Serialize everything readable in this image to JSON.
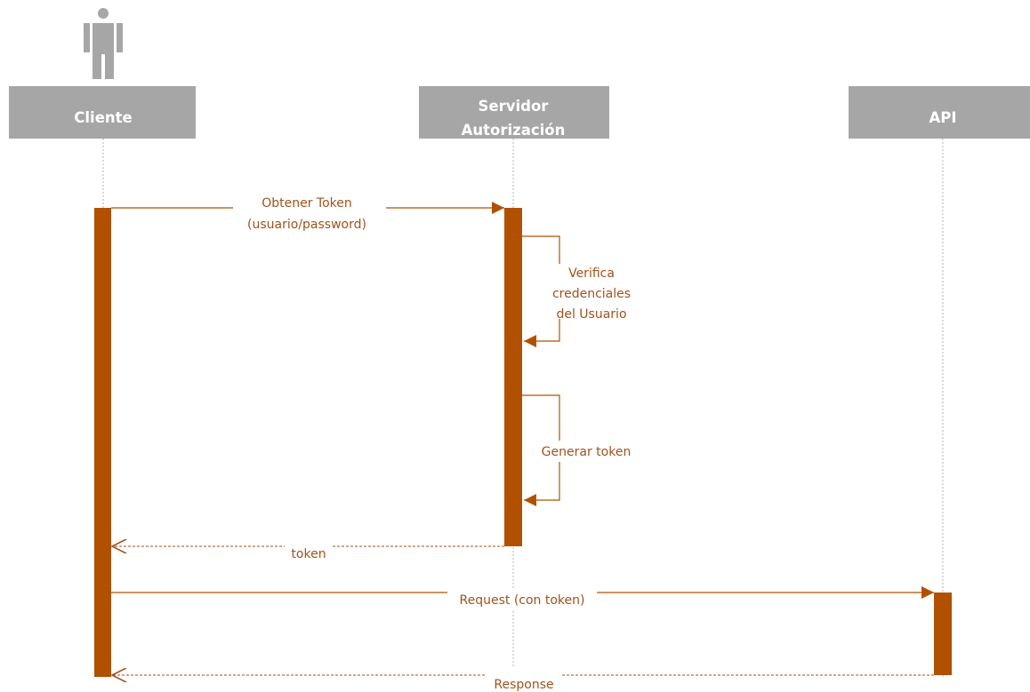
{
  "colors": {
    "participant_fill": "#a6a6a6",
    "participant_text": "#ffffff",
    "activation": "#b05000",
    "message": "#a0521a",
    "lifeline": "#b4b4b4",
    "actor": "#a6a6a6"
  },
  "actor": {
    "icon": "person-icon"
  },
  "participants": [
    {
      "lines": [
        "Cliente"
      ]
    },
    {
      "lines": [
        "Servidor",
        "Autorización"
      ]
    },
    {
      "lines": [
        "API"
      ]
    }
  ],
  "messages": {
    "obtener_token": {
      "lines": [
        "Obtener Token",
        "(usuario/password)"
      ]
    },
    "verifica": {
      "lines": [
        "Verifica",
        "credenciales",
        "del Usuario"
      ]
    },
    "generar": {
      "lines": [
        "Generar token"
      ]
    },
    "token": {
      "lines": [
        "token"
      ]
    },
    "request": {
      "lines": [
        "Request (con token)"
      ]
    },
    "response": {
      "lines": [
        "Response"
      ]
    }
  }
}
